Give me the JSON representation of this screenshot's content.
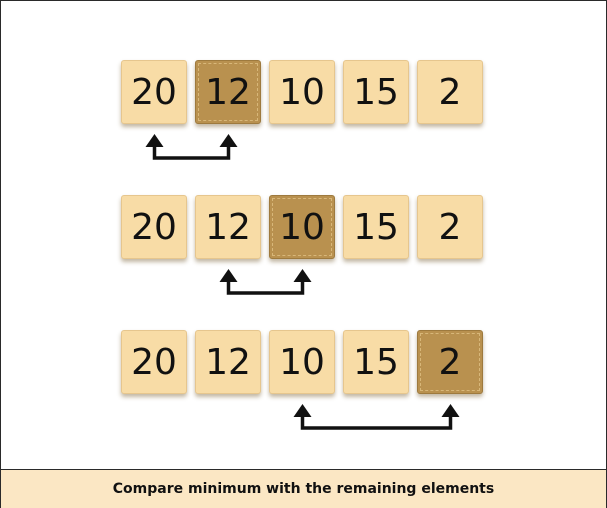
{
  "rows": [
    {
      "tiles": [
        {
          "value": "20",
          "highlighted": false
        },
        {
          "value": "12",
          "highlighted": true
        },
        {
          "value": "10",
          "highlighted": false
        },
        {
          "value": "15",
          "highlighted": false
        },
        {
          "value": "2",
          "highlighted": false
        }
      ],
      "compare": [
        0,
        1
      ]
    },
    {
      "tiles": [
        {
          "value": "20",
          "highlighted": false
        },
        {
          "value": "12",
          "highlighted": false
        },
        {
          "value": "10",
          "highlighted": true
        },
        {
          "value": "15",
          "highlighted": false
        },
        {
          "value": "2",
          "highlighted": false
        }
      ],
      "compare": [
        1,
        2
      ]
    },
    {
      "tiles": [
        {
          "value": "20",
          "highlighted": false
        },
        {
          "value": "12",
          "highlighted": false
        },
        {
          "value": "10",
          "highlighted": false
        },
        {
          "value": "15",
          "highlighted": false
        },
        {
          "value": "2",
          "highlighted": true
        }
      ],
      "compare": [
        2,
        4
      ]
    }
  ],
  "colors": {
    "tile": "#f8dca6",
    "tile_highlight": "#b9914f",
    "caption_bg": "#fbe7c4",
    "arrow": "#111111"
  },
  "caption": "Compare minimum with the remaining elements"
}
